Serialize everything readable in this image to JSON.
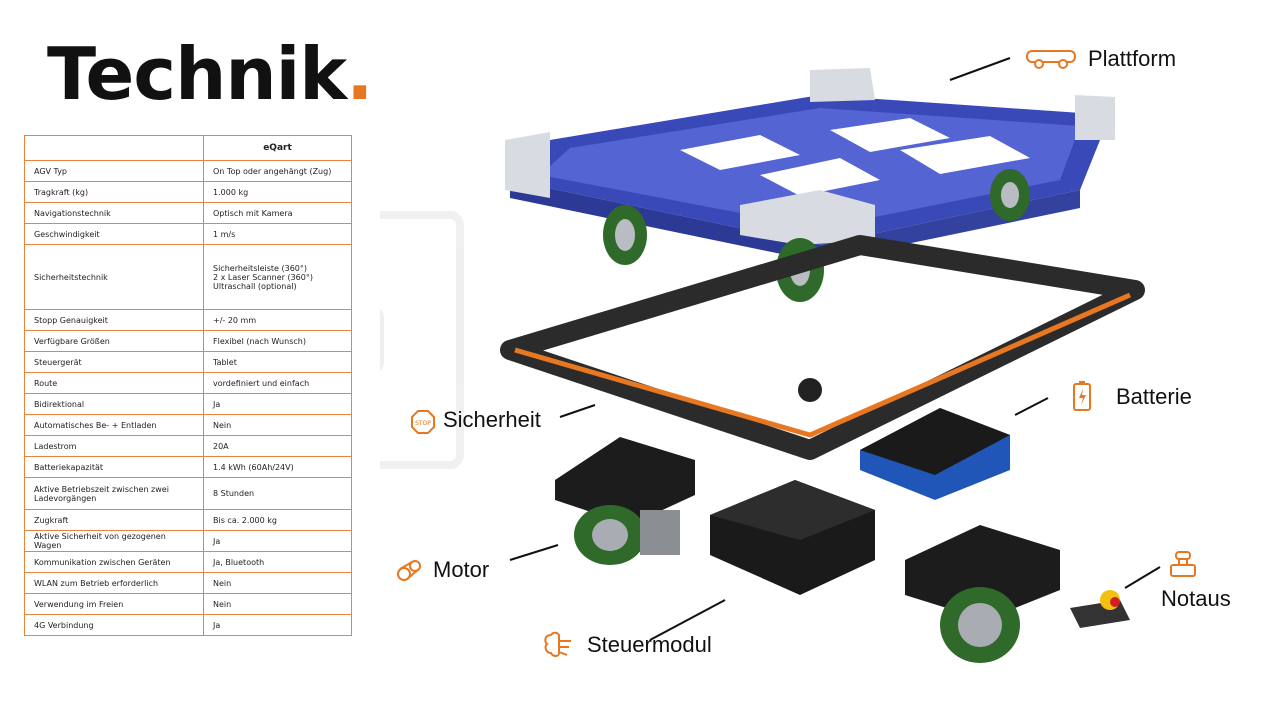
{
  "title": {
    "text": "Technik",
    "dot": "."
  },
  "colors": {
    "accent": "#e87722",
    "frame_blue": "#3a49b8",
    "wheel_green": "#2f6a2a"
  },
  "table": {
    "header": [
      "",
      "eQart"
    ],
    "rows": [
      {
        "k": "AGV Typ",
        "v": "On Top oder angehängt (Zug)"
      },
      {
        "k": "Tragkraft (kg)",
        "v": "1.000 kg"
      },
      {
        "k": "Navigationstechnik",
        "v": "Optisch mit Kamera"
      },
      {
        "k": "Geschwindigkeit",
        "v": "1 m/s"
      },
      {
        "k": "Sicherheitstechnik",
        "v": "Sicherheitsleiste (360°)\n2 x Laser Scanner (360°)\nUltraschall (optional)"
      },
      {
        "k": "Stopp Genauigkeit",
        "v": "+/- 20 mm"
      },
      {
        "k": "Verfügbare Größen",
        "v": "Flexibel (nach Wunsch)"
      },
      {
        "k": "Steuergerät",
        "v": "Tablet"
      },
      {
        "k": "Route",
        "v": "vordefiniert und einfach"
      },
      {
        "k": "Bidirektional",
        "v": "Ja"
      },
      {
        "k": "Automatisches Be- + Entladen",
        "v": "Nein"
      },
      {
        "k": "Ladestrom",
        "v": "20A"
      },
      {
        "k": "Batteriekapazität",
        "v": "1.4 kWh (60Ah/24V)"
      },
      {
        "k": "Aktive Betriebszeit zwischen zwei Ladevorgängen",
        "v": "8 Stunden"
      },
      {
        "k": "Zugkraft",
        "v": "Bis ca. 2.000 kg"
      },
      {
        "k": "Aktive Sicherheit von gezogenen Wagen",
        "v": "Ja"
      },
      {
        "k": "Kommunikation zwischen Geräten",
        "v": "Ja, Bluetooth"
      },
      {
        "k": "WLAN zum Betrieb erforderlich",
        "v": "Nein"
      },
      {
        "k": "Verwendung im Freien",
        "v": "Nein"
      },
      {
        "k": "4G Verbindung",
        "v": "Ja"
      }
    ]
  },
  "labels": {
    "plattform": "Plattform",
    "batterie": "Batterie",
    "sicherheit": "Sicherheit",
    "motor": "Motor",
    "steuermodul": "Steuermodul",
    "notaus": "Notaus"
  },
  "icons": {
    "plattform": "cart-icon",
    "batterie": "battery-icon",
    "sicherheit": "stop-sign-icon",
    "motor": "gear-belt-icon",
    "steuermodul": "brain-icon",
    "notaus": "emergency-button-icon"
  }
}
